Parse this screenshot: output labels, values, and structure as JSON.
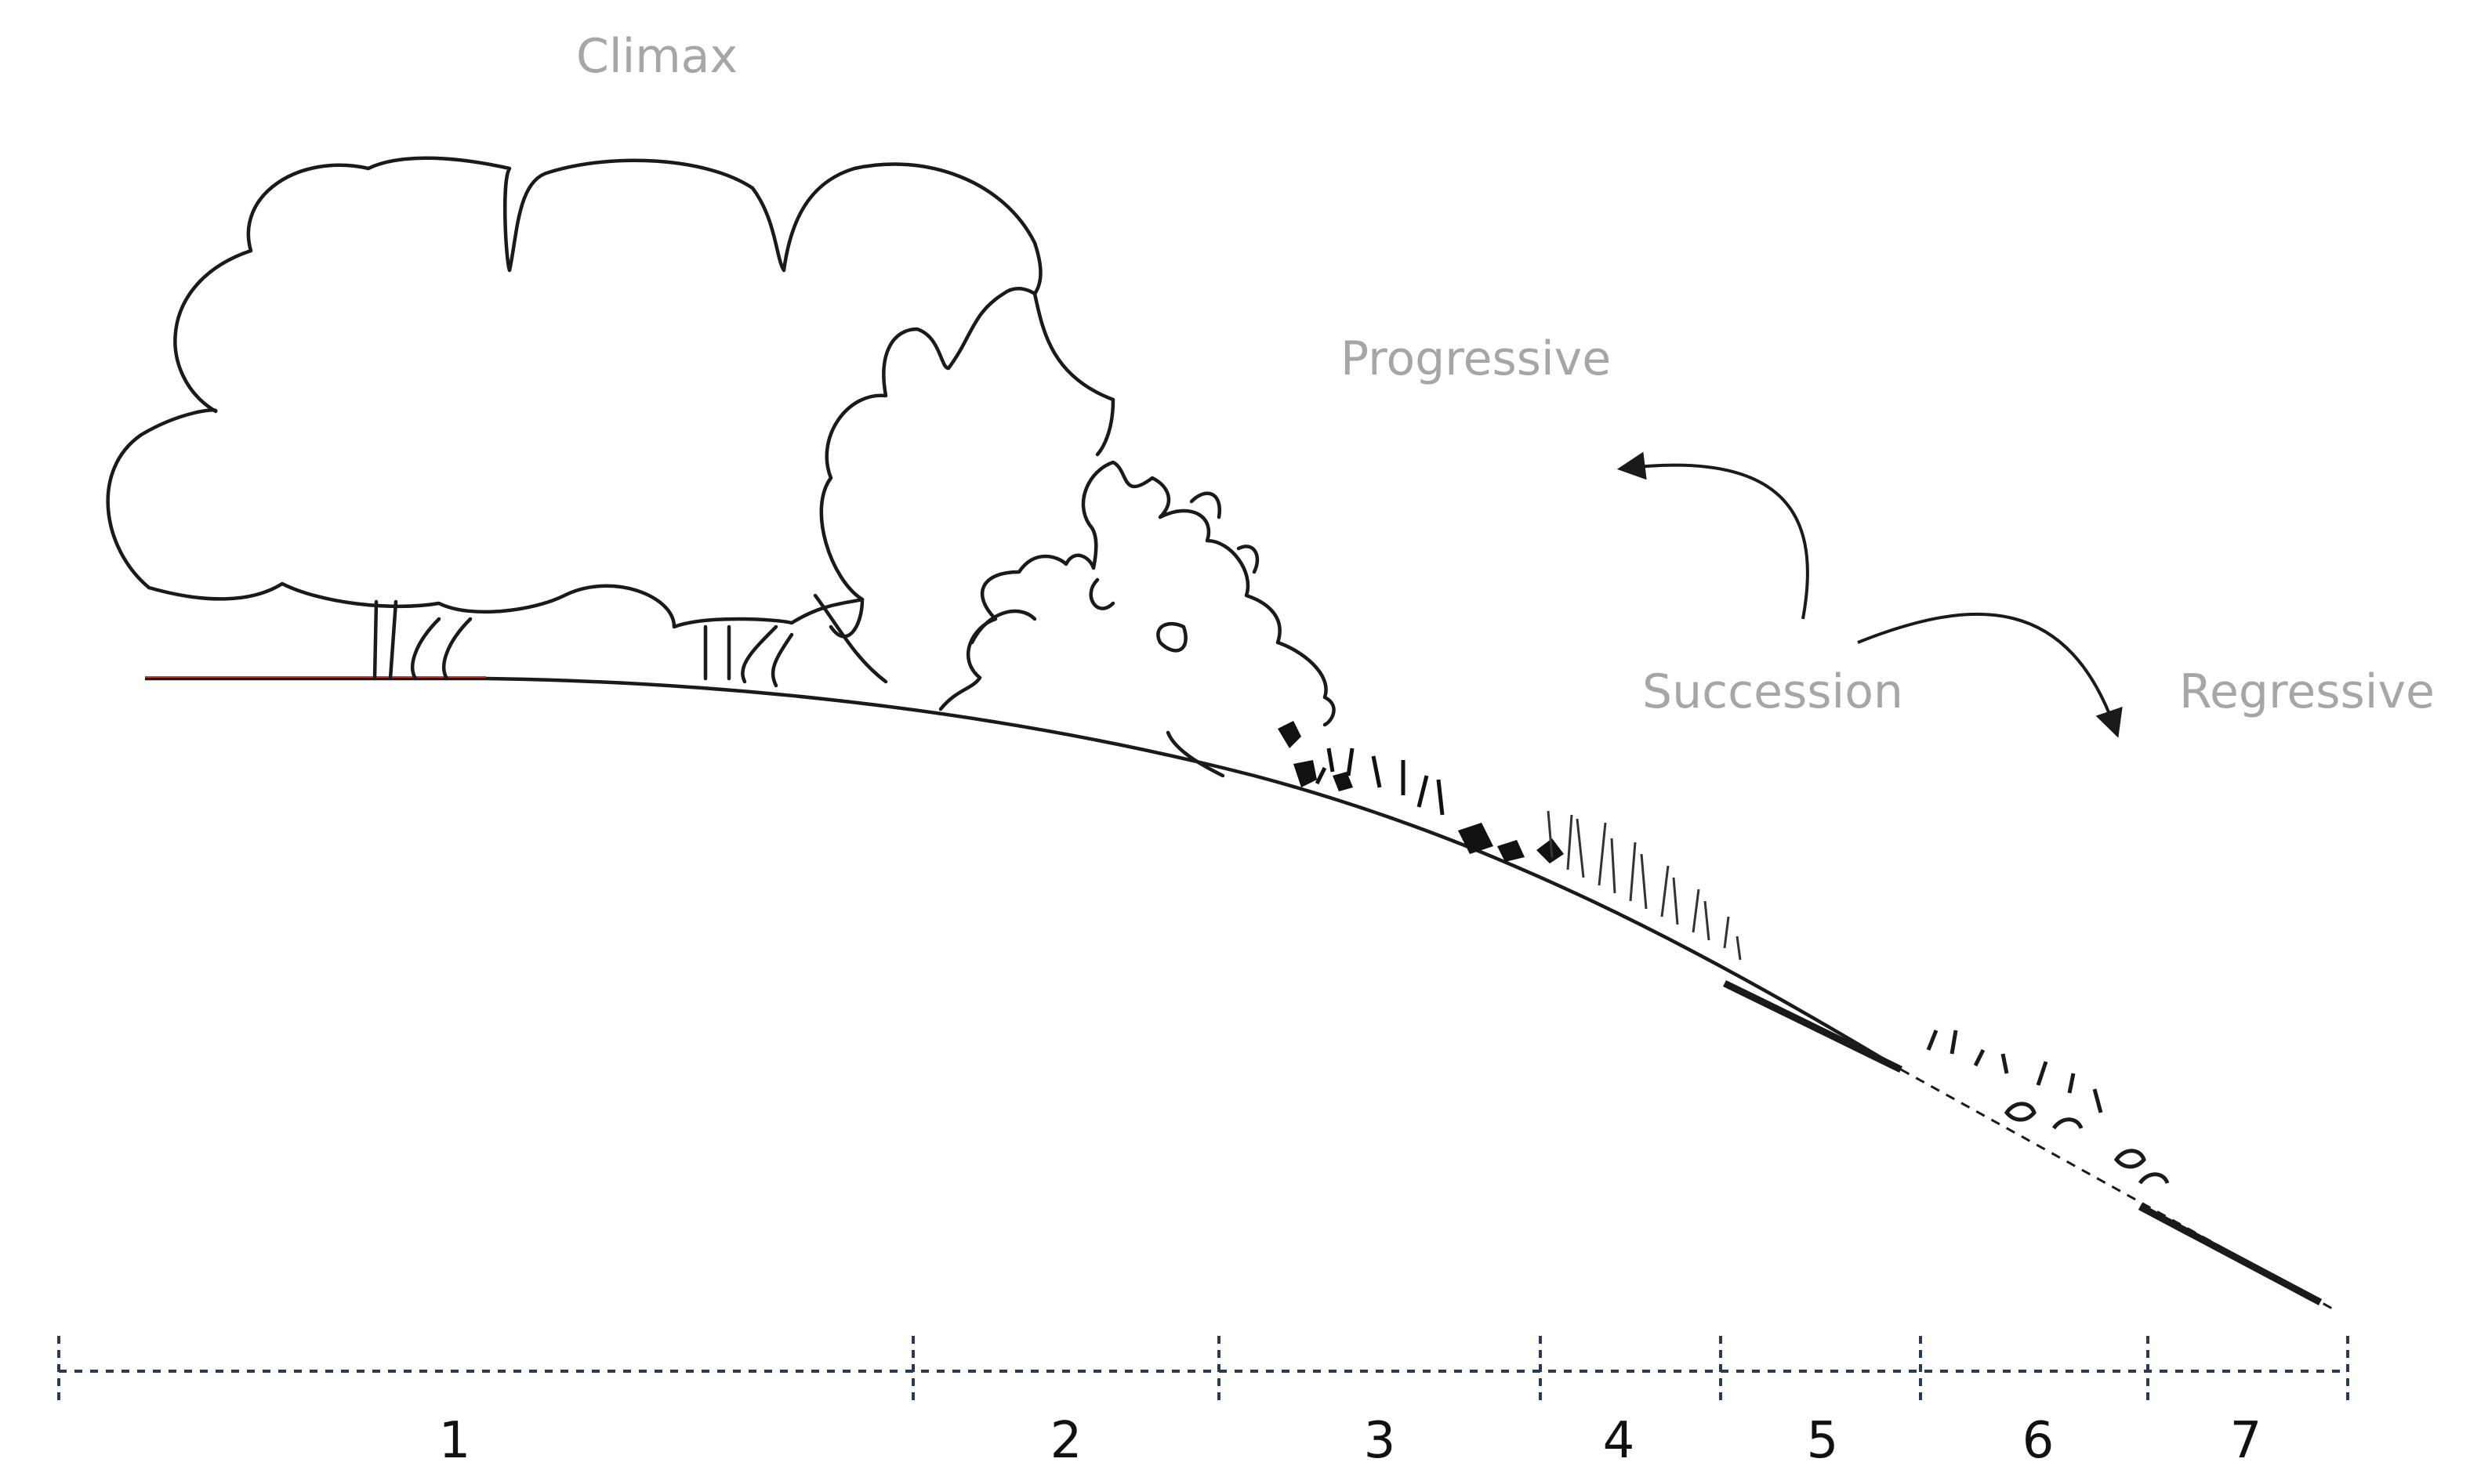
{
  "labels": {
    "climax": "Climax",
    "progressive": "Progressive",
    "succession": "Succession",
    "regressive": "Regressive"
  },
  "stages": [
    "1",
    "2",
    "3",
    "4",
    "5",
    "6",
    "7"
  ],
  "colors": {
    "label_gray": "#a6a6a6",
    "line": "#1a1a1a",
    "axis": "#2a3a55",
    "ground_accent": "#c0392b"
  }
}
